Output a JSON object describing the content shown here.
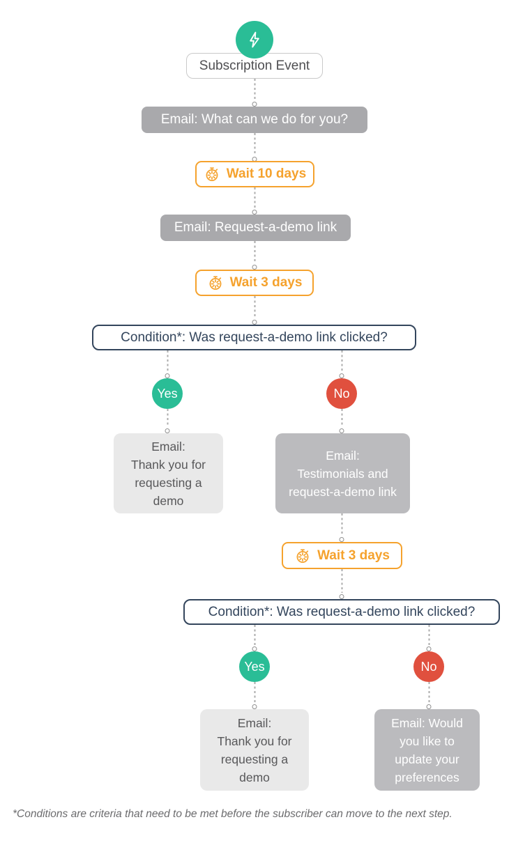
{
  "colors": {
    "teal": "#2ABD96",
    "red": "#E0503E",
    "orange": "#F5A22D",
    "navy": "#33455C",
    "gray_pill": "#A9A9AC",
    "gray_card": "#BBBBBE",
    "light_card": "#E9E9E9"
  },
  "trigger": {
    "icon": "lightning-bolt-icon",
    "label": "Subscription Event"
  },
  "steps": {
    "email_intro": "Email: What can we do for you?",
    "wait_10": "Wait 10 days",
    "email_demo_link": "Email: Request-a-demo link",
    "wait_3_first": "Wait 3 days",
    "condition_first": "Condition*: Was request-a-demo link clicked?",
    "yes_first": "Yes",
    "no_first": "No",
    "email_thank_you_first": "Email:\nThank you for requesting a demo",
    "email_testimonials": "Email:\nTestimonials and request-a-demo link",
    "wait_3_second": "Wait 3 days",
    "condition_second": "Condition*: Was request-a-demo link clicked?",
    "yes_second": "Yes",
    "no_second": "No",
    "email_thank_you_second": "Email:\nThank you for requesting a demo",
    "email_preferences": "Email: Would you like to update your preferences"
  },
  "footnote": "*Conditions are criteria that need to be met before the subscriber can move to the next step."
}
